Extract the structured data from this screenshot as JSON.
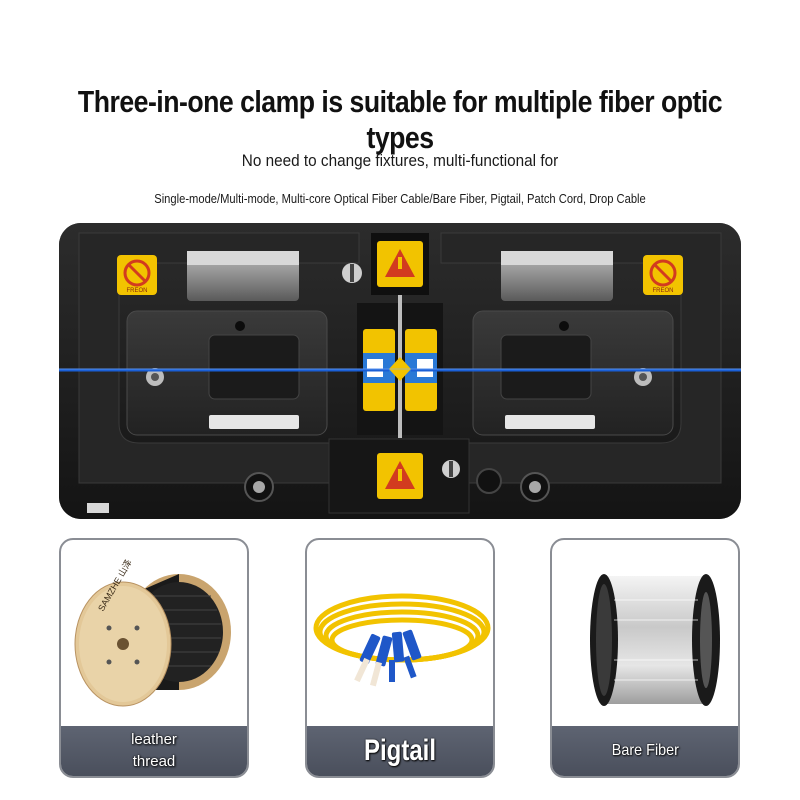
{
  "headline": "Three-in-one clamp is suitable for multiple fiber optic types",
  "subtitle": "No need to change fixtures, multi-functional for",
  "types_line": "Single-mode/Multi-mode, Multi-core Optical Fiber Cable/Bare Fiber, Pigtail, Patch Cord, Drop Cable",
  "machine": {
    "warning_tag": "FREON",
    "accent_yellow": "#f2c300",
    "fiber_blue": "#1a5fd6"
  },
  "cards": [
    {
      "label": "leather thread",
      "icon": "cable-reel-icon",
      "reel_brand": "SAMZHE 山泽"
    },
    {
      "label": "Pigtail",
      "icon": "pigtail-patch-cord-icon"
    },
    {
      "label": "Bare Fiber",
      "icon": "bare-fiber-spool-icon"
    }
  ]
}
